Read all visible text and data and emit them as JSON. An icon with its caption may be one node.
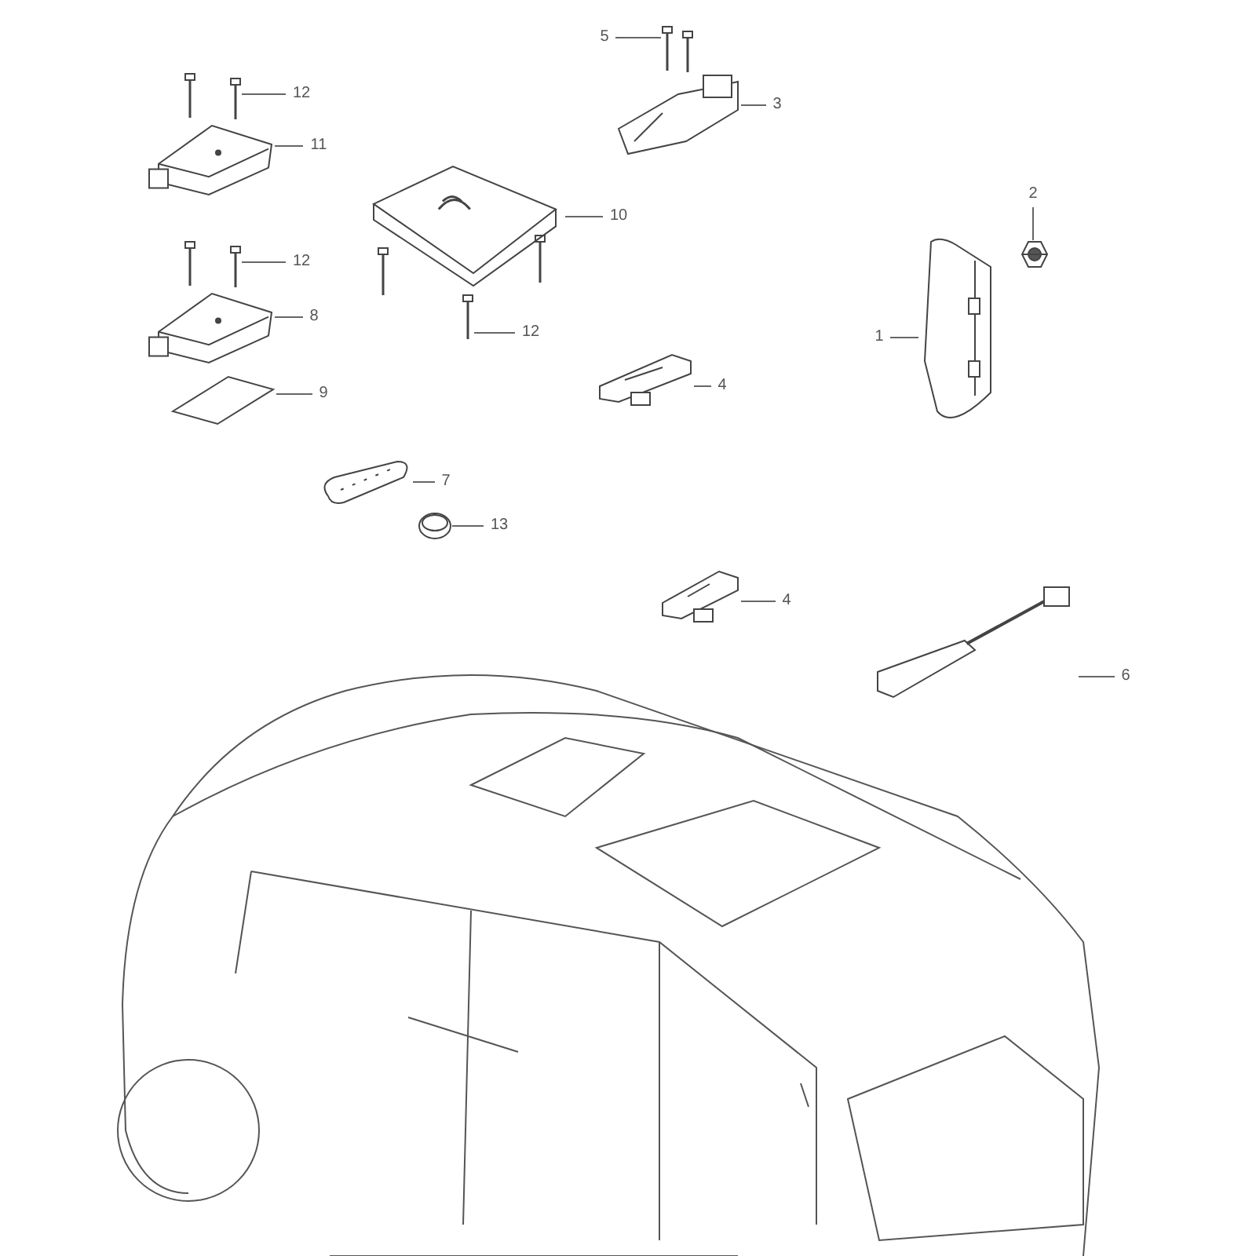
{
  "diagram": {
    "nodes": [
      {
        "text": [
          "5"
        ]
      },
      {
        "text": [],
        "shape": "picture"
      },
      {
        "text": [
          "12"
        ]
      },
      {
        "text": [],
        "shape": "picture"
      },
      {
        "text": [
          "3"
        ]
      },
      {
        "text": [],
        "shape": "picture"
      },
      {
        "text": [
          "11"
        ]
      },
      {
        "text": [],
        "shape": "picture"
      },
      {
        "text": [
          "10"
        ]
      },
      {
        "text": [],
        "shape": "picture"
      },
      {
        "text": [
          "2"
        ]
      },
      {
        "text": [],
        "shape": "picture"
      },
      {
        "text": [
          "12"
        ]
      },
      {
        "text": [],
        "shape": "picture"
      },
      {
        "text": [
          "8"
        ]
      },
      {
        "text": [],
        "shape": "picture"
      },
      {
        "text": [
          "1"
        ]
      },
      {
        "text": [],
        "shape": "picture"
      },
      {
        "text": [
          "12"
        ]
      },
      {
        "text": [],
        "shape": "picture"
      },
      {
        "text": [
          "4"
        ]
      },
      {
        "text": [],
        "shape": "picture"
      },
      {
        "text": [
          "9"
        ]
      },
      {
        "text": [],
        "shape": "picture"
      },
      {
        "text": [
          "7"
        ]
      },
      {
        "text": [],
        "shape": "picture"
      },
      {
        "text": [
          "13"
        ]
      },
      {
        "text": [],
        "shape": "picture"
      },
      {
        "text": [
          "4"
        ]
      },
      {
        "text": [],
        "shape": "picture"
      },
      {
        "text": [
          "6"
        ]
      },
      {
        "text": [],
        "shape": "picture"
      }
    ],
    "edges": [
      {
        "from": 0,
        "to": 1,
        "arrow": "none"
      },
      {
        "from": 2,
        "to": 3,
        "arrow": "none"
      },
      {
        "from": 4,
        "to": 5,
        "arrow": "none"
      },
      {
        "from": 6,
        "to": 7,
        "arrow": "none"
      },
      {
        "from": 8,
        "to": 9,
        "arrow": "none"
      },
      {
        "from": 10,
        "to": 11,
        "arrow": "none"
      },
      {
        "from": 12,
        "to": 13,
        "arrow": "none"
      },
      {
        "from": 14,
        "to": 15,
        "arrow": "none"
      },
      {
        "from": 16,
        "to": 17,
        "arrow": "none"
      },
      {
        "from": 18,
        "to": 19,
        "arrow": "none"
      },
      {
        "from": 20,
        "to": 21,
        "arrow": "none"
      },
      {
        "from": 22,
        "to": 23,
        "arrow": "none"
      },
      {
        "from": 24,
        "to": 25,
        "arrow": "none"
      },
      {
        "from": 26,
        "to": 27,
        "arrow": "none"
      },
      {
        "from": 28,
        "to": 29,
        "arrow": "none"
      },
      {
        "from": 30,
        "to": 31,
        "arrow": "none"
      }
    ]
  }
}
